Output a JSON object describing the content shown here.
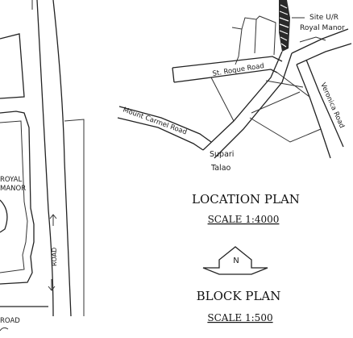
{
  "location_plan": {
    "title": "LOCATION PLAN",
    "scale": "SCALE  1:4000",
    "labels": {
      "site_line1": "Site U/R",
      "site_line2": "Royal Manor",
      "st_roque": "St. Roque Road",
      "veronica": "Veronica Road",
      "mount_carmel": "Mount Carmel Road",
      "supari_line1": "Supari",
      "supari_line2": "Talao"
    }
  },
  "block_plan": {
    "title": "BLOCK PLAN",
    "scale": "SCALE  1:500",
    "building_line1": "ROYAL",
    "building_line2": "MANOR",
    "road_vertical": "ROAD",
    "road_bottom": "ROAD"
  },
  "north_arrow": {
    "label": "N"
  },
  "colors": {
    "ink": "#222222",
    "background": "#ffffff"
  }
}
